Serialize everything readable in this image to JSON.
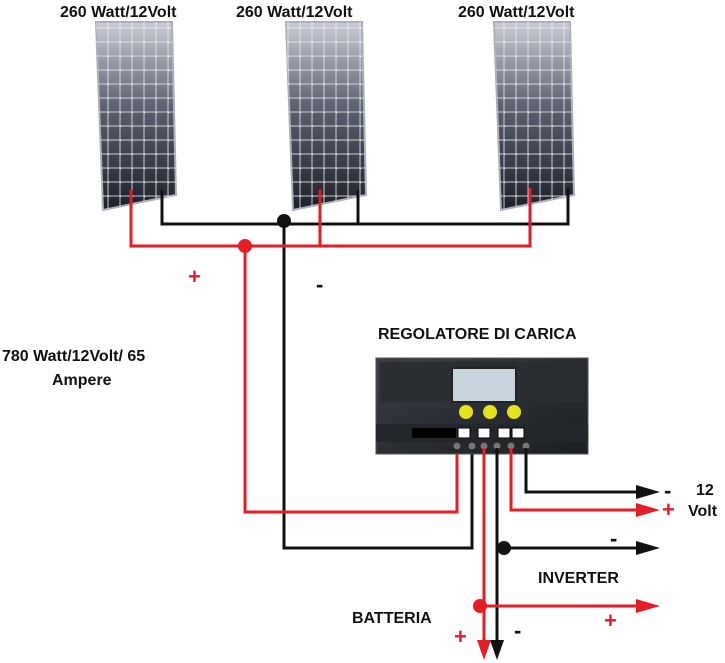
{
  "panels": [
    {
      "label": "260 Watt/12Volt"
    },
    {
      "label": "260 Watt/12Volt"
    },
    {
      "label": "260 Watt/12Volt"
    }
  ],
  "array_rating": {
    "line1": "780 Watt/12Volt/ 65",
    "line2": "Ampere"
  },
  "controller": {
    "title": "REGOLATORE DI CARICA"
  },
  "signs": {
    "plus": "+",
    "minus": "-"
  },
  "outputs": {
    "load_line1": "12",
    "load_line2": "Volt",
    "inverter": "INVERTER",
    "battery": "BATTERIA"
  },
  "colors": {
    "positive_wire": "#e41e25",
    "negative_wire": "#111111",
    "panel": "#2a2f3a"
  }
}
